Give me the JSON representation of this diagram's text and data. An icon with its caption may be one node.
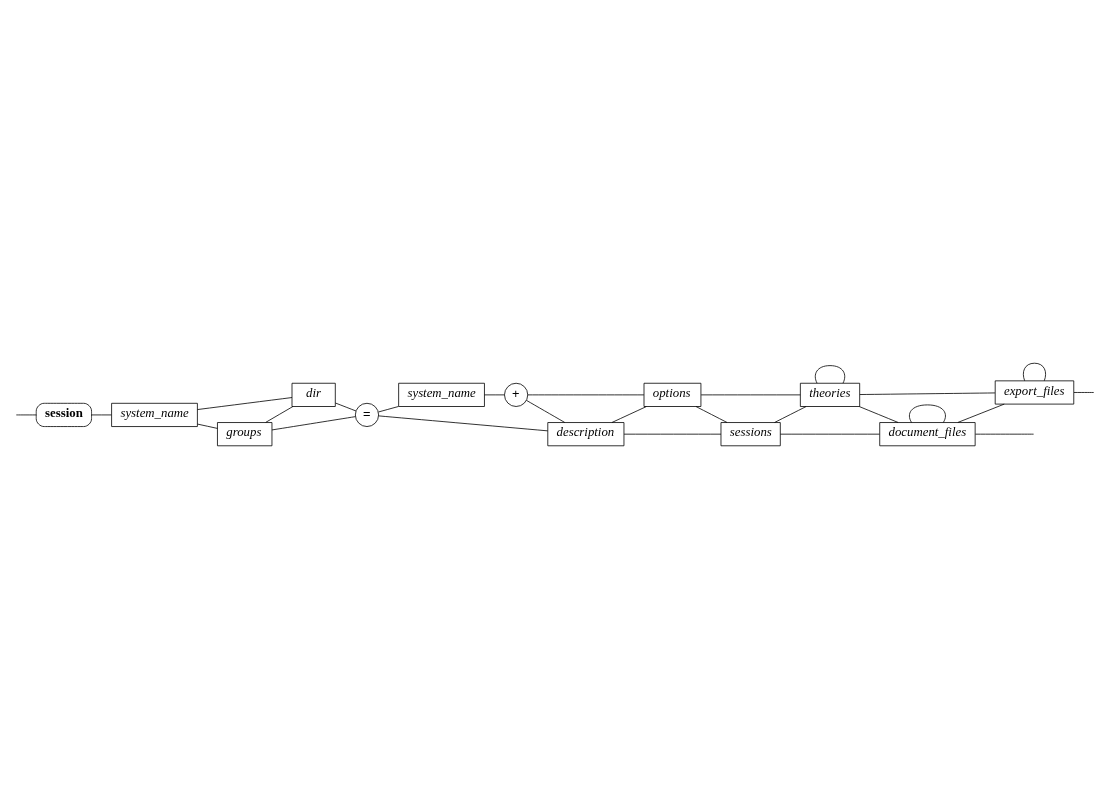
{
  "diagram": {
    "nodes": [
      {
        "text": [
          "session"
        ]
      },
      {
        "text": [
          "system_name"
        ]
      },
      {
        "text": [
          "groups"
        ]
      },
      {
        "text": [
          "dir"
        ]
      },
      {
        "text": [
          "="
        ]
      },
      {
        "text": [
          "system_name"
        ]
      },
      {
        "text": [
          "+"
        ]
      },
      {
        "text": [
          "description"
        ]
      },
      {
        "text": [
          "options"
        ]
      },
      {
        "text": [
          "sessions"
        ]
      },
      {
        "text": [
          "theories"
        ]
      },
      {
        "text": [
          "document_files"
        ]
      },
      {
        "text": [
          "export_files"
        ]
      }
    ],
    "edges": [
      {
        "from": null,
        "to": 0,
        "arrow": "none"
      },
      {
        "from": 0,
        "to": 1,
        "arrow": "none"
      },
      {
        "from": 1,
        "to": 2,
        "arrow": "none"
      },
      {
        "from": 2,
        "to": 3,
        "arrow": "none"
      },
      {
        "from": 3,
        "to": 4,
        "arrow": "none"
      },
      {
        "from": 1,
        "to": 3,
        "arrow": "none"
      },
      {
        "from": 2,
        "to": 4,
        "arrow": "none"
      },
      {
        "from": 4,
        "to": 5,
        "arrow": "none"
      },
      {
        "from": 5,
        "to": 6,
        "arrow": "none"
      },
      {
        "from": 6,
        "to": 7,
        "arrow": "none"
      },
      {
        "from": 4,
        "to": 7,
        "arrow": "none"
      },
      {
        "from": 7,
        "to": 8,
        "arrow": "none"
      },
      {
        "from": 6,
        "to": 8,
        "arrow": "none"
      },
      {
        "from": 8,
        "to": 9,
        "arrow": "none"
      },
      {
        "from": 7,
        "to": 9,
        "arrow": "none"
      },
      {
        "from": 9,
        "to": 10,
        "arrow": "none"
      },
      {
        "from": 8,
        "to": 10,
        "arrow": "none"
      },
      {
        "from": 10,
        "to": 10,
        "arrow": "none"
      },
      {
        "from": 10,
        "to": 11,
        "arrow": "none"
      },
      {
        "from": 9,
        "to": 11,
        "arrow": "none"
      },
      {
        "from": 11,
        "to": 11,
        "arrow": "none"
      },
      {
        "from": 11,
        "to": 12,
        "arrow": "none"
      },
      {
        "from": 10,
        "to": 12,
        "arrow": "none"
      },
      {
        "from": 12,
        "to": 12,
        "arrow": "none"
      },
      {
        "from": 12,
        "to": null,
        "arrow": "none"
      },
      {
        "from": 11,
        "to": null,
        "arrow": "none"
      }
    ]
  }
}
